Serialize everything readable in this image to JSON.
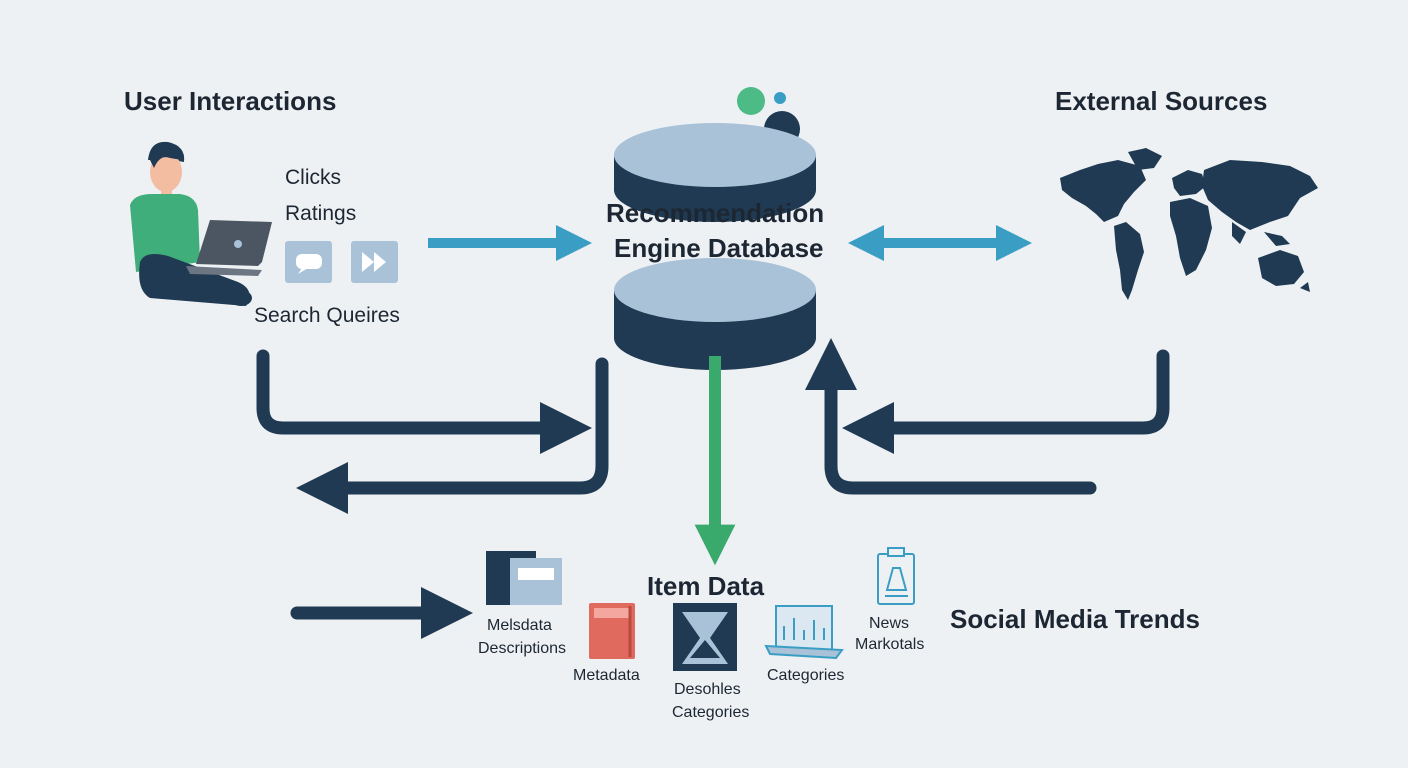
{
  "colors": {
    "background": "#eef1f4",
    "navy": "#1f3a52",
    "teal_arrow": "#3a9ec4",
    "green_arrow": "#3aaa6c",
    "db_top": "#a9c2d8",
    "person_shirt": "#3fae7a",
    "red_book": "#e06a5e"
  },
  "headings": {
    "user_interactions": "User Interactions",
    "external_sources": "External Sources",
    "database_line1": "Recommendation",
    "database_line2": "Engine Database",
    "item_data": "Item Data",
    "social_media_trends": "Social Media Trends"
  },
  "user_inputs": {
    "clicks": "Clicks",
    "ratings": "Ratings",
    "search_queries": "Search Queires"
  },
  "item_labels": {
    "metadata_descriptions_1": "Melsdata",
    "metadata_descriptions_2": "Descriptions",
    "metadata": "Metadata",
    "descriptions_categories_1": "Desohles",
    "descriptions_categories_2": "Categories",
    "categories": "Categories",
    "news_markets_1": "News",
    "news_markets_2": "Markotals"
  },
  "icons": [
    "person-laptop-icon",
    "chat-bubble-icon",
    "fast-forward-icon",
    "database-icon",
    "world-map-icon",
    "book-icon",
    "red-book-icon",
    "hourglass-icon",
    "chart-icon",
    "clipboard-icon"
  ]
}
